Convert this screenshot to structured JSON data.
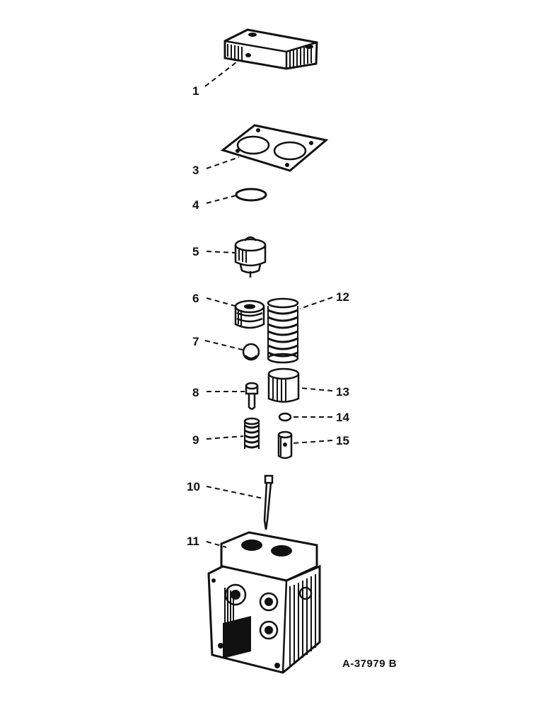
{
  "drawing_id": "A-37979 B",
  "callouts": {
    "p1": "1",
    "p3": "3",
    "p4": "4",
    "p5": "5",
    "p6": "6",
    "p7": "7",
    "p8": "8",
    "p9": "9",
    "p10": "10",
    "p11": "11",
    "p12": "12",
    "p13": "13",
    "p14": "14",
    "p15": "15"
  }
}
